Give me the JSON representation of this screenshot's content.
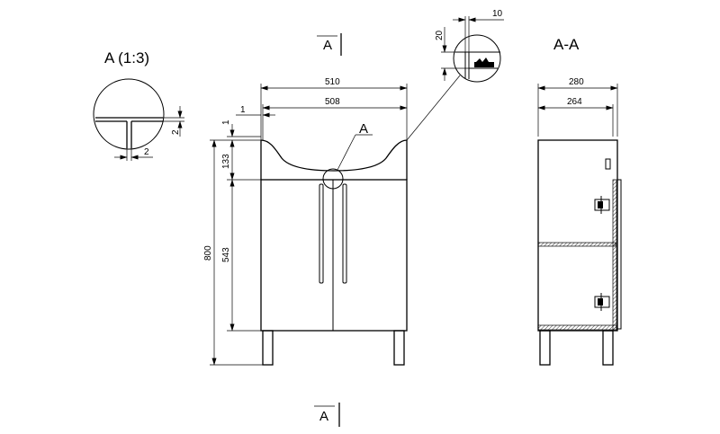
{
  "detail": {
    "title": "A (1:3)",
    "dim_horizontal": "2",
    "dim_vertical": "2"
  },
  "section_marks": {
    "top": "A",
    "bottom": "A"
  },
  "front": {
    "callout": "A",
    "dim_total_width": "510",
    "dim_inner_width": "508",
    "dim_offset": "1",
    "dim_top_gap": "1",
    "dim_basin_height": "133",
    "dim_body_height": "543",
    "dim_total_height": "800"
  },
  "inset": {
    "dim_top": "10",
    "dim_side": "20"
  },
  "section": {
    "title": "A-A",
    "dim_depth_total": "280",
    "dim_depth_inner": "264"
  }
}
